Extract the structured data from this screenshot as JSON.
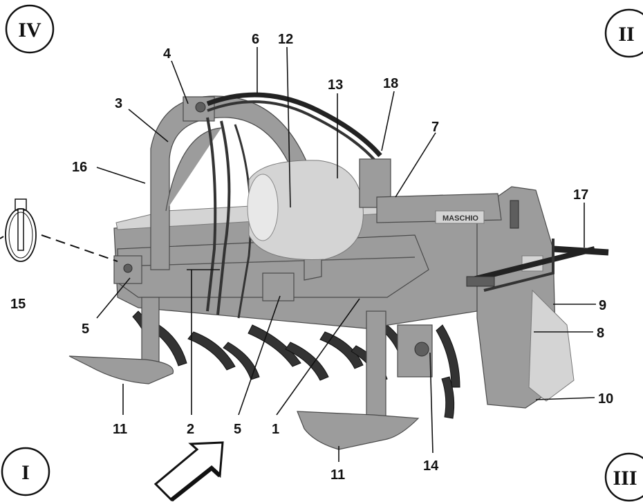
{
  "quadrants": [
    "I",
    "II",
    "III",
    "IV"
  ],
  "callouts": [
    "1",
    "2",
    "3",
    "4",
    "5",
    "5",
    "6",
    "7",
    "8",
    "9",
    "10",
    "11",
    "11",
    "12",
    "13",
    "14",
    "15",
    "16",
    "17",
    "18"
  ],
  "logo": "MASCHIO"
}
